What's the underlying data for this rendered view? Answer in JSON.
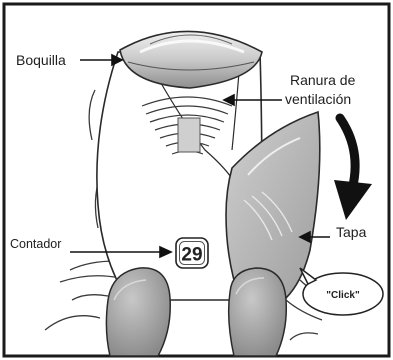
{
  "labels": {
    "mouthpiece": "Boquilla",
    "vent_line1": "Ranura de",
    "vent_line2": "ventilación",
    "counter": "Contador",
    "cover": "Tapa"
  },
  "counter_display": "29",
  "click_sound": "\"Click\"",
  "colors": {
    "frame": "#1a1a1a",
    "line": "#2a2a2a",
    "cover_fill": "#b8b8b8",
    "mouthpiece_fill": "#d4d4d4",
    "thumb_fill": "#a9a9a9",
    "arrow": "#111111"
  }
}
